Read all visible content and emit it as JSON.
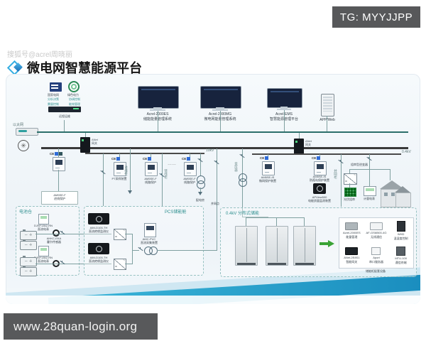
{
  "overlay": {
    "tg_badge": "TG: MYYJJPP",
    "url_bar": "www.28quan-login.org",
    "watermark": "搜狐号@acrel周晓丽"
  },
  "header": {
    "title": "微电网智慧能源平台"
  },
  "colors": {
    "accent_teal": "#2e8f8f",
    "bus_dark": "#3a3a3a",
    "ethernet": "#2c6f6a",
    "wave_blue": "#1486ba",
    "green_arrow": "#3aa335"
  },
  "cloud": {
    "grid_icon": "国家电网",
    "green_icon": "绿色电力",
    "tags": [
      "分析决策",
      "协调控制",
      "需量控制",
      "能效管理"
    ],
    "server_label": "远程运维"
  },
  "top_layer": {
    "monitors": [
      {
        "model": "Acrel-2000ES",
        "name": "储能能量管理系统"
      },
      {
        "model": "Acrel-2000MG",
        "name": "微电网能量管理系统"
      },
      {
        "model": "Acrel-EMS",
        "name": "智慧能源管理平台"
      }
    ],
    "app_label": "APP/Web"
  },
  "buses": {
    "ethernet": "以太网",
    "kv10": "10kV",
    "kv04": "0.4kV",
    "gateway_line1": "ANet",
    "gateway_line2": "网关",
    "grid_point": "并网点"
  },
  "left_feeders": {
    "incomer": {
      "model": "AM5SE-F",
      "name": "进线保护"
    },
    "groups": [
      {
        "model": "",
        "name": "PT采样装置"
      },
      {
        "model": "AM5SE-F",
        "name": "线路保护"
      },
      {
        "model": "AM5SE-F",
        "name": "线路保护"
      }
    ],
    "dots": "……",
    "v_label_1": "进线柜",
    "v_label_2": "馈线柜",
    "tf_label": "配电房"
  },
  "right_feeders": {
    "g1": {
      "model": "AM5SE-IS",
      "name": "微网保护装置"
    },
    "g2": {
      "model": "AM5SE-IS",
      "name": "防孤岛保护装置"
    },
    "pq": {
      "model": "APView500",
      "name": "电能质量监测装置"
    },
    "tf_vlabel": "变压器",
    "pv_cabinet": "并网柜",
    "inverter": "组串型逆变器",
    "strings": "光伏组串",
    "meter": "计量电表"
  },
  "battery_room": {
    "title": "电池仓",
    "groups": [
      {
        "meter_model": "DJSF1352-RN",
        "meter_name": "直流电表",
        "sensor_model": "AHKC-EKA",
        "sensor_name": "霍尔传感器"
      },
      {
        "meter_model": "DJSF1352-RN",
        "meter_name": "直流电表",
        "sensor_model": "AHKC-EKA",
        "sensor_name": "霍尔传感器"
      }
    ]
  },
  "pcs_room": {
    "title": "PCS储能舱",
    "ins": [
      {
        "model": "AIM-D100-TH",
        "name": "直流绝缘监测仪"
      },
      {
        "model": "AIM-D100-TH",
        "name": "直流绝缘监测仪"
      }
    ],
    "collector": {
      "model": "AMC-PVC",
      "name": "直流采集装置"
    }
  },
  "ess_room": {
    "title": "0.4kV 分布式储能",
    "caption": "储能柜配套设备",
    "items": [
      {
        "model": "Acrel-2000ES",
        "name": "能量管理"
      },
      {
        "model": "AF-GSM500-4G",
        "name": "无线通信"
      },
      {
        "model": "WHD",
        "name": "温湿度控制"
      },
      {
        "model": "ANet-2E8S1",
        "name": "智能网关"
      },
      {
        "model": "Aport",
        "name": "串口服务器"
      },
      {
        "model": "MTU-100",
        "name": "通信终端"
      }
    ]
  }
}
